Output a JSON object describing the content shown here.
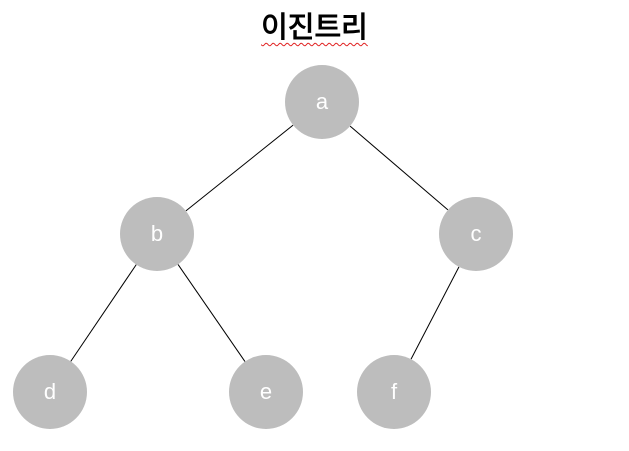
{
  "title": "이진트리",
  "colors": {
    "node_fill": "#bdbdbd",
    "edge": "#000000",
    "label": "#ffffff"
  },
  "tree": {
    "nodes": [
      {
        "id": "a",
        "label": "a"
      },
      {
        "id": "b",
        "label": "b"
      },
      {
        "id": "c",
        "label": "c"
      },
      {
        "id": "d",
        "label": "d"
      },
      {
        "id": "e",
        "label": "e"
      },
      {
        "id": "f",
        "label": "f"
      }
    ],
    "edges": [
      {
        "from": "a",
        "to": "b"
      },
      {
        "from": "a",
        "to": "c"
      },
      {
        "from": "b",
        "to": "d"
      },
      {
        "from": "b",
        "to": "e"
      },
      {
        "from": "c",
        "to": "f"
      }
    ]
  }
}
